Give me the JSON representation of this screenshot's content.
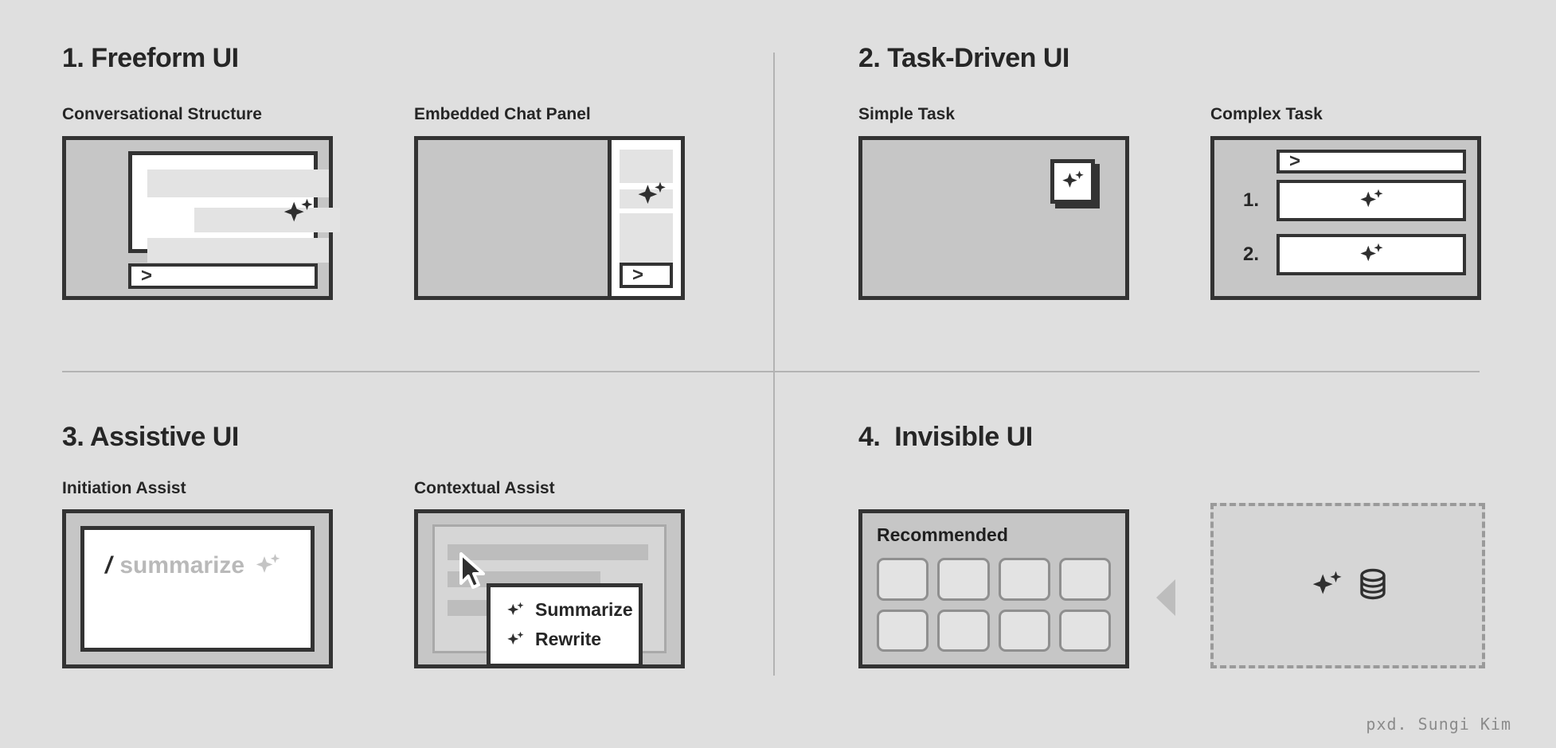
{
  "sections": [
    {
      "id": "freeform",
      "title": "1. Freeform UI",
      "panels": [
        {
          "id": "conversational",
          "label": "Conversational Structure",
          "prompt": ">"
        },
        {
          "id": "embedded",
          "label": "Embedded Chat Panel",
          "prompt": ">"
        }
      ]
    },
    {
      "id": "task-driven",
      "title": "2. Task-Driven UI",
      "panels": [
        {
          "id": "simple",
          "label": "Simple Task"
        },
        {
          "id": "complex",
          "label": "Complex Task",
          "prompt": ">",
          "steps": [
            {
              "number": "1."
            },
            {
              "number": "2."
            }
          ]
        }
      ]
    },
    {
      "id": "assistive",
      "title": "3. Assistive UI",
      "panels": [
        {
          "id": "initiation",
          "label": "Initiation Assist",
          "slash": "/",
          "command": "summarize"
        },
        {
          "id": "contextual",
          "label": "Contextual Assist",
          "menu": [
            "Summarize",
            "Rewrite"
          ]
        }
      ]
    },
    {
      "id": "invisible",
      "title": "4.  Invisible UI",
      "panels": [
        {
          "id": "recommended",
          "label": "Recommended",
          "card_count": 8
        },
        {
          "id": "datasource",
          "label": ""
        }
      ]
    }
  ],
  "icons": {
    "sparkle": "sparkle-icon",
    "database": "database-icon",
    "cursor": "cursor-arrow-icon",
    "triangle": "triangle-left-icon"
  },
  "colors": {
    "background": "#dfdfdf",
    "panel": "#c6c6c6",
    "border": "#333333",
    "bar": "#e3e3e3",
    "muted": "#b9b9b9",
    "divider": "#b3b3b3"
  },
  "credit": "pxd. Sungi Kim"
}
